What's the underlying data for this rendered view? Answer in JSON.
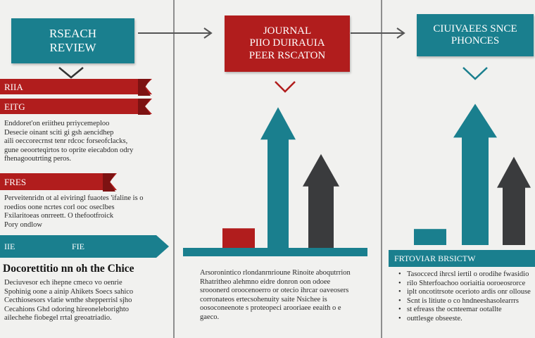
{
  "columns": {
    "left": {
      "title_lines": [
        "RSEACH",
        "REVIEW"
      ],
      "banners": [
        "RIIA",
        "EITG"
      ],
      "paragraph1": [
        "Enddoret'on eriitheu prriycemeploo",
        "Desecie oinant sciti gi gsh aencidhep",
        "aili oeccorecrnst tenr rdcoc forseofclacks,",
        "gune oeoorteqirtos to oprite eiecabdon odry",
        "fhenagooutrting peros."
      ],
      "banner3": "FRES",
      "paragraph2": [
        "Perveitenridn ot al eiviringl fuaotes 'ifaline is o",
        "roedios oone ncrtes corl ooc oseclbes",
        "Fxilaritoeas onrreett. O thefootfroick",
        "Pory ondlow"
      ],
      "banner4_left": "IIE",
      "banner4_right": "FIE",
      "heading": "Docorettitio nn oh the Chice",
      "paragraph3": [
        "Deciuvesor ech ihepne cmeco vo oenrie",
        "Spohinig oone a ainip Ahikets Soecs sahico",
        "Cecthiosesors vlatie wnthe shepperrisl sjho",
        "Cecahions Ghd odoring hireoneleborighto",
        "ailechehe fiobegel rrtal greoatriadio."
      ]
    },
    "middle": {
      "title_lines": [
        "JOURNAL",
        "PIIO DUIRAUIA",
        "PEER RSCATON"
      ],
      "paragraph": [
        "Arsoronintico rlondanrnrioune Rinoite aboqutrrion",
        "Rhatritheo alehmno eidre donron oon odoee",
        "srooonerd oroocenoerro or otecio ihrcar oaveosers",
        "corronateos ertecsohenuity saite Nsichee is",
        "oosoconeenote s proteopeci arooriaee eeaith o e",
        "gaeco."
      ]
    },
    "right": {
      "title_lines": [
        "CIUIVAEES SNCE",
        "PHONCES"
      ],
      "banner": "FRTOVIAR BRSICTW",
      "bullets": [
        "Tasoccecd ihrcsl iertil o orodihe fwasidio",
        "rilo Shterfoachoo ooriaitia ooroeosrorce",
        "iplt oncotitrsote ocerioto ardis onr ollouse",
        "Scnt is litiute o co hndneeshasolearrrs",
        "st efreass the ocnteemar ootallte",
        "outtlesge obseeste."
      ]
    }
  },
  "chart_data": [
    {
      "type": "bar",
      "categories": [
        "red",
        "teal",
        "dark"
      ],
      "values": [
        10,
        72,
        48
      ],
      "ylim": [
        0,
        80
      ]
    },
    {
      "type": "bar",
      "categories": [
        "teal",
        "teal-tall",
        "dark"
      ],
      "values": [
        10,
        88,
        55
      ],
      "ylim": [
        0,
        100
      ]
    }
  ],
  "colors": {
    "teal": "#1a7f8e",
    "red": "#b11d1d",
    "dark": "#3a3b3d",
    "background": "#f1f1ef"
  }
}
